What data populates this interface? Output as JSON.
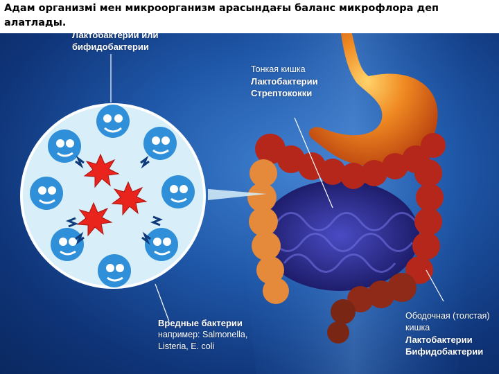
{
  "title": "Адам организмі мен микроорганизм арасындағы баланс  микрофлора деп алатлады.",
  "labels": {
    "top_left": [
      "Лактобактерии или",
      "бифидобактерии"
    ],
    "small_intestine": [
      "Тонкая кишка",
      "Лактобактерии",
      "Стрептококки"
    ],
    "harmful": [
      "Вредные бактерии",
      "например: Salmonella,",
      "Listeria, E. coli"
    ],
    "colon": [
      "Ободочная (толстая)",
      "кишка",
      "Лактобактерии",
      "Бифидобактерии"
    ]
  },
  "colors": {
    "background": "#1f57a8",
    "stomach": "#e8731c",
    "colon_red": "#b5261b",
    "small_intestine": "#2b2a8f",
    "circle_fill": "#d8eef8",
    "bacteria": "#2f8fd8",
    "toxin": "#e8241c"
  },
  "icons": [
    "good-bacteria-icon",
    "harmful-bacteria-icon"
  ]
}
